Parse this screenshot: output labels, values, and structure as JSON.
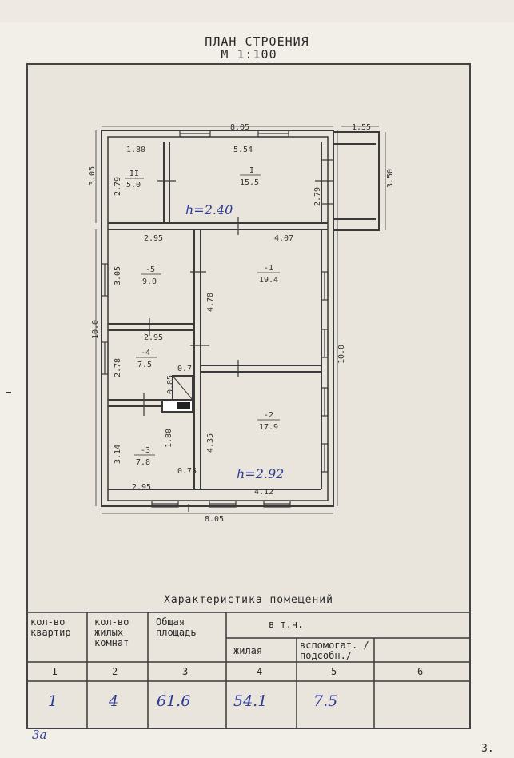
{
  "header": {
    "title": "ПЛАН СТРОЕНИЯ",
    "scale": "М 1:100"
  },
  "plan": {
    "dims": {
      "top_total": "8.05",
      "top_annex": "1.55",
      "left_top": "3.05",
      "right_annex": "3.50",
      "r2_width": "1.80",
      "r1_width": "5.54",
      "r2_h": "2.79",
      "r1_h": "2.79",
      "r5_w": "2.95",
      "r1b_w": "4.07",
      "r5_h": "3.05",
      "r1b_h": "4.78",
      "left_total": "10.0",
      "right_total": "10.0",
      "r4_w": "2.95",
      "r4_h": "2.78",
      "small_a": "0.7",
      "small_b": "0.85",
      "r3_a": "1.80",
      "r3_b": "0.75",
      "r3_h": "3.14",
      "r2b_h": "4.35",
      "r3_w": "2.95",
      "r2b_w": "4.12",
      "bottom_total": "8.05"
    },
    "rooms": [
      {
        "num": "II",
        "area": "5.0"
      },
      {
        "num": "I",
        "area": "15.5"
      },
      {
        "num": "-5",
        "area": "9.0"
      },
      {
        "num": "-1",
        "area": "19.4"
      },
      {
        "num": "-4",
        "area": "7.5"
      },
      {
        "num": "-2",
        "area": "17.9"
      },
      {
        "num": "-3",
        "area": "7.8"
      }
    ],
    "height_notes": [
      "h=2.40",
      "h=2.92"
    ]
  },
  "table": {
    "title": "Характеристика помещений",
    "headers": {
      "apartments": "кол-во квартир",
      "rooms": "кол-во жилых комнат",
      "total_area": "Общая площадь",
      "incl": "в т.ч.",
      "living": "жилая",
      "aux": "вспомогат. /подсобн./"
    },
    "col_numbers": [
      "I",
      "2",
      "3",
      "4",
      "5",
      "6"
    ],
    "values": [
      "1",
      "4",
      "61.6",
      "54.1",
      "7.5",
      ""
    ]
  },
  "margins": {
    "bottom_left_note": "3а",
    "page_number": "3."
  }
}
